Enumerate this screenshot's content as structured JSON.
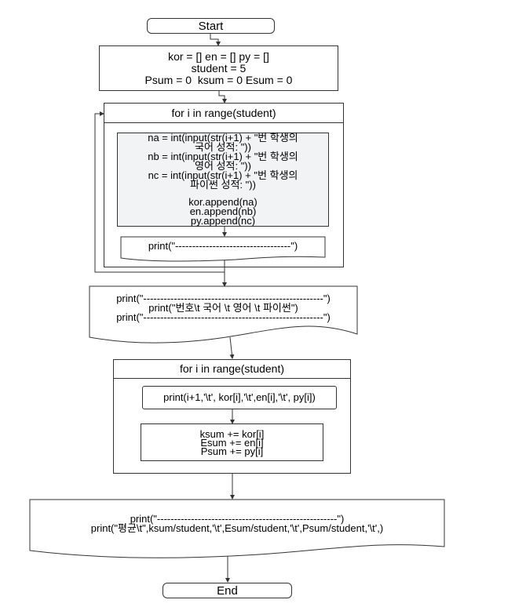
{
  "nodes": {
    "start": "Start",
    "init": [
      "kor = [] en = [] py = []",
      "student = 5",
      "Psum = 0  ksum = 0 Esum = 0"
    ],
    "loop1_header": "for i in range(student)",
    "input_block": [
      "na = int(input(str(i+1) + \"번 학생의",
      "국어 성적: \"))",
      "nb = int(input(str(i+1) + \"번 학생의",
      "영어 성적: \"))",
      "nc = int(input(str(i+1) + \"번 학생의",
      "파이썬 성적: \"))",
      "",
      "kor.append(na)",
      "en.append(nb)",
      "py.append(nc)"
    ],
    "print_sep1": "print(\"----------------------------------\")",
    "print_header": [
      "print(\"-----------------------------------------------------\")",
      "print(\"번호\\t 국어 \\t 영어 \\t 파이썬\")",
      "print(\"-----------------------------------------------------\")"
    ],
    "loop2_header": "for i in range(student)",
    "print_row": "print(i+1,'\\t', kor[i],'\\t',en[i],'\\t', py[i])",
    "sum_block": [
      "ksum += kor[i]",
      "Esum += en[i]",
      "Psum += py[i]"
    ],
    "print_avg": [
      "print(\"-----------------------------------------------------\")",
      "print(\"평균\\t\",ksum/student,'\\t',Esum/student,'\\t',Psum/student,'\\t',)"
    ],
    "end": "End"
  }
}
